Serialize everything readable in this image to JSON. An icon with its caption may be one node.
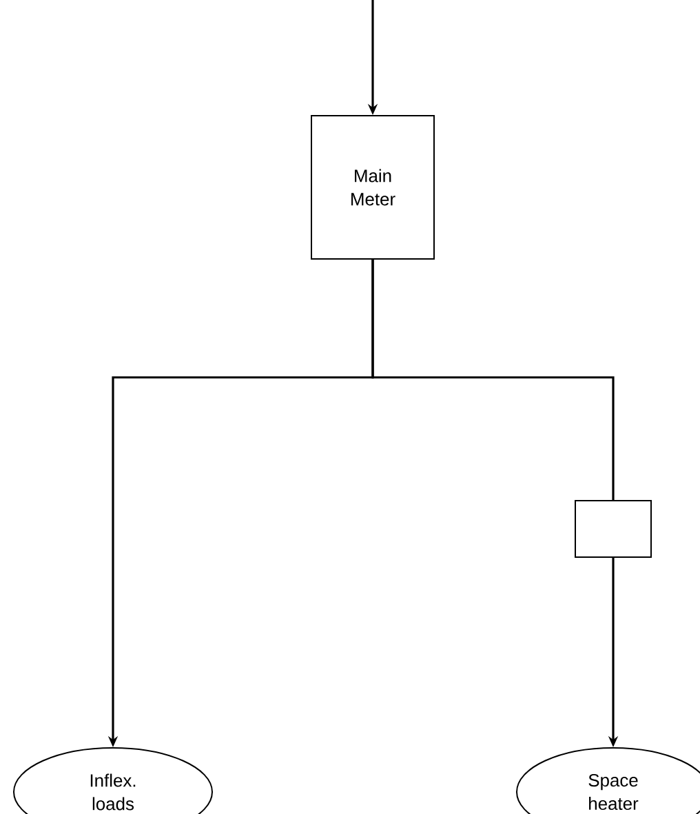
{
  "diagram": {
    "nodes": [
      {
        "text": [
          "Main Meter"
        ]
      },
      {
        "text": [],
        "shape": "box"
      },
      {
        "text": [
          "Inflex. loads"
        ]
      },
      {
        "text": [
          "Space heater"
        ]
      }
    ],
    "edges": [
      {
        "from": null,
        "to": 0,
        "arrow": "to"
      },
      {
        "from": 0,
        "to": 2,
        "arrow": "to"
      },
      {
        "from": 0,
        "to": 1,
        "arrow": "none"
      },
      {
        "from": 1,
        "to": 3,
        "arrow": "to"
      }
    ]
  }
}
